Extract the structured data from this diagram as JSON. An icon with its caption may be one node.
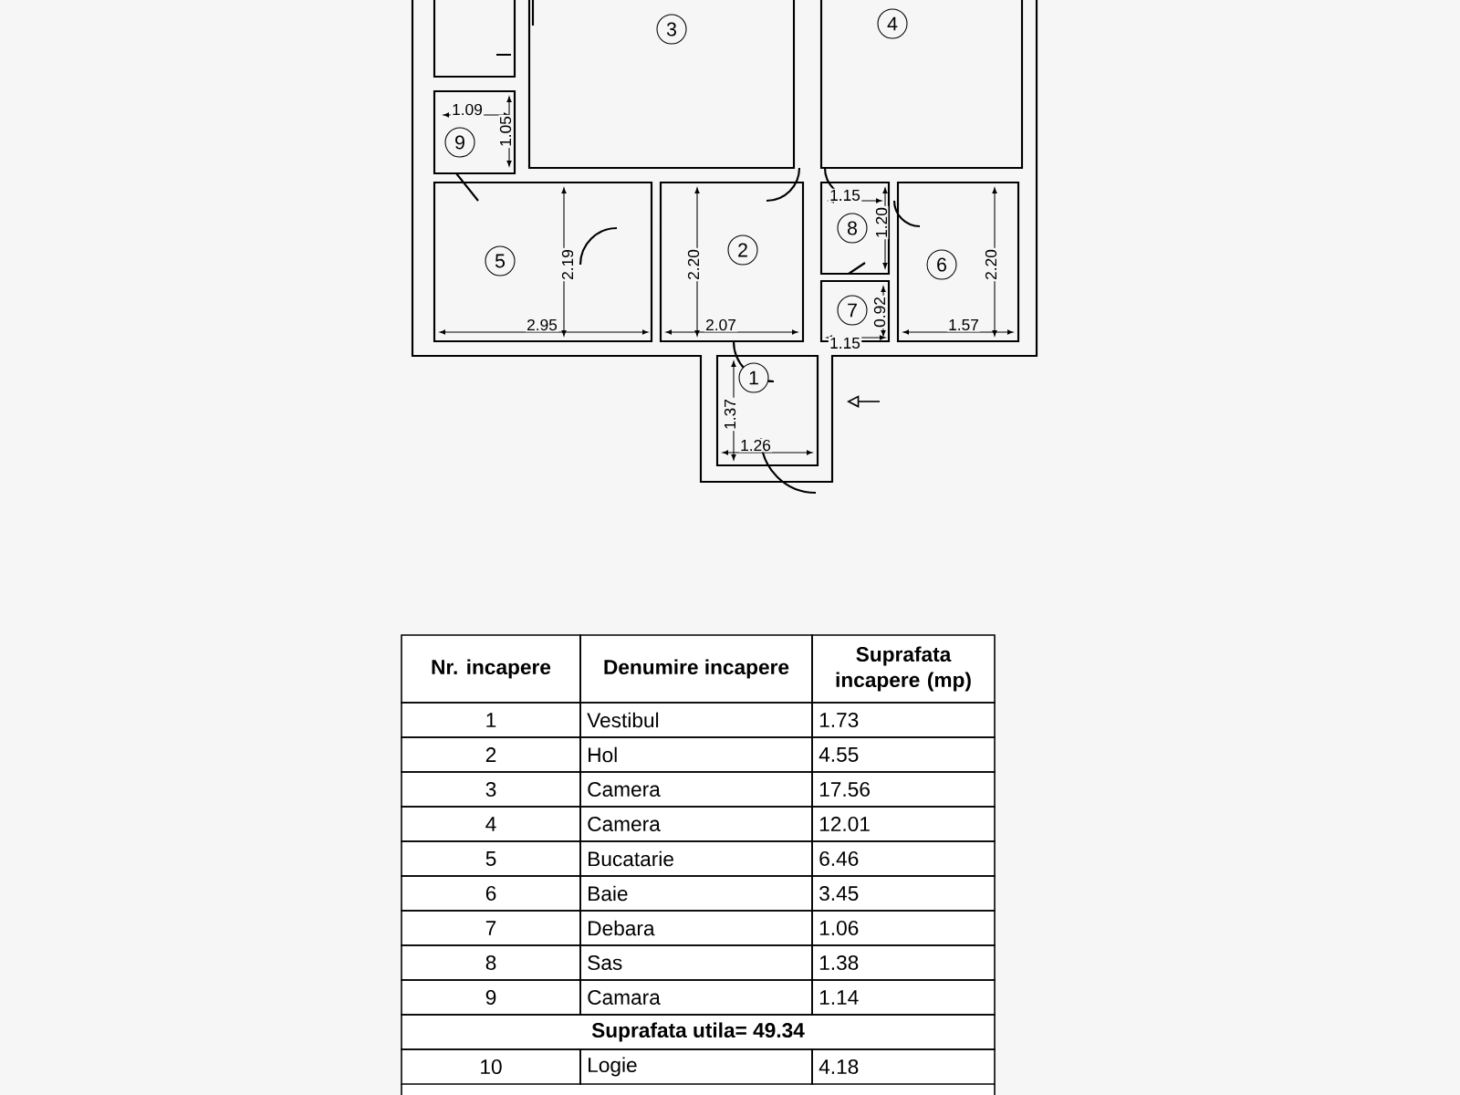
{
  "diagram": {
    "labels": [
      "1.09",
      "1.05",
      "3",
      "4",
      "9",
      "1.15",
      "1.20",
      "5",
      "2.19",
      "2.20",
      "2",
      "8",
      "6",
      "2.20",
      "7",
      "0.92",
      "2.95",
      "2.07",
      "1.15",
      "1.57",
      "1",
      "1.37",
      "1.26",
      "Nr. incapere",
      "Denumire incapere",
      "Suprafata incapere (mp)",
      "1",
      "Vestibul",
      "1.73",
      "2",
      "Hol",
      "4.55",
      "3",
      "Camera",
      "17.56",
      "4",
      "Camera",
      "12.01",
      "5",
      "Bucatarie",
      "6.46",
      "6",
      "Baie",
      "3.45",
      "7",
      "Debara",
      "1.06",
      "8",
      "Sas",
      "1.38",
      "9",
      "Camara",
      "1.14",
      "Suprafata utila= 49.34",
      "10",
      "Logie",
      "4.18"
    ]
  }
}
